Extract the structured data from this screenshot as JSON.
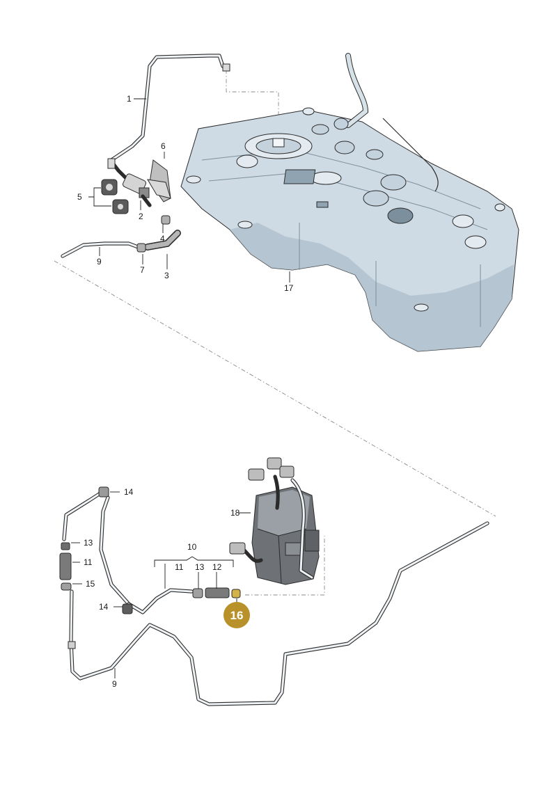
{
  "diagram": {
    "callouts": [
      {
        "id": "c1",
        "text": "1"
      },
      {
        "id": "c2",
        "text": "2"
      },
      {
        "id": "c3",
        "text": "3"
      },
      {
        "id": "c4",
        "text": "4"
      },
      {
        "id": "c5",
        "text": "5"
      },
      {
        "id": "c6",
        "text": "6"
      },
      {
        "id": "c7",
        "text": "7"
      },
      {
        "id": "c9a",
        "text": "9"
      },
      {
        "id": "c17",
        "text": "17"
      },
      {
        "id": "c18",
        "text": "18"
      },
      {
        "id": "c10",
        "text": "10"
      },
      {
        "id": "c11a",
        "text": "11"
      },
      {
        "id": "c13a",
        "text": "13"
      },
      {
        "id": "c12",
        "text": "12"
      },
      {
        "id": "c14a",
        "text": "14"
      },
      {
        "id": "c13b",
        "text": "13"
      },
      {
        "id": "c11b",
        "text": "11"
      },
      {
        "id": "c15",
        "text": "15"
      },
      {
        "id": "c14b",
        "text": "14"
      },
      {
        "id": "c9b",
        "text": "9"
      }
    ],
    "highlight": {
      "text": "16",
      "color": "#b8912a"
    },
    "colors": {
      "tank_fill": "#cfdbe4",
      "tank_shade": "#9fb2c0",
      "line": "#2b2b2b",
      "dash": "#8a8a8a"
    }
  }
}
